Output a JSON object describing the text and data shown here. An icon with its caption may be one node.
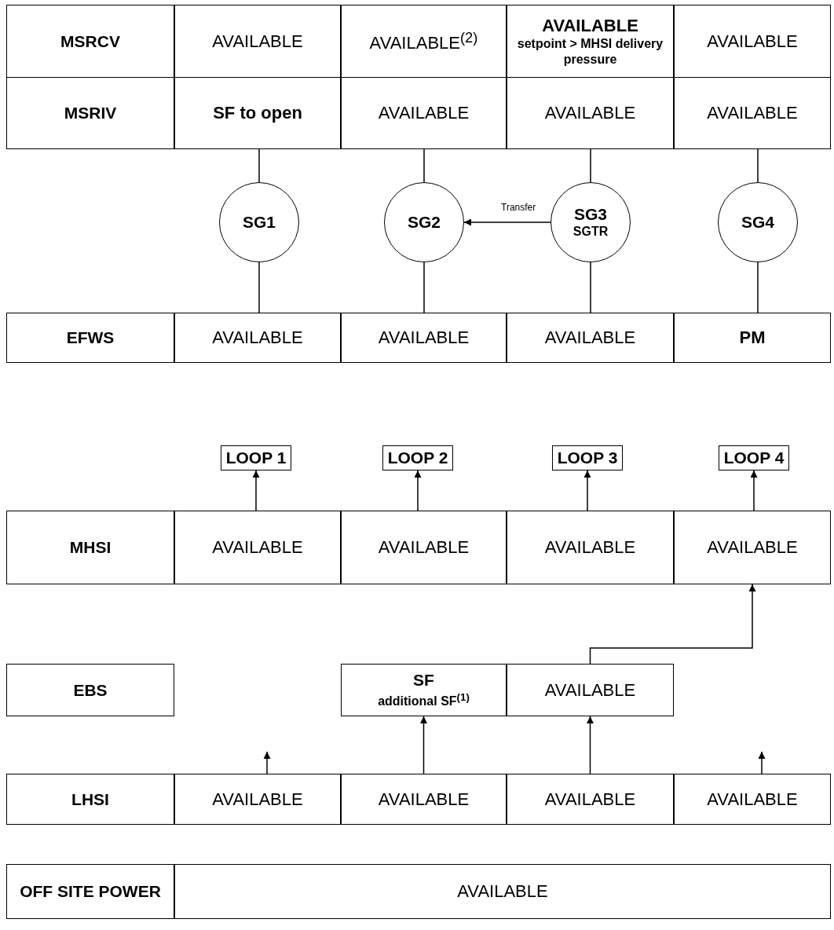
{
  "diagram": {
    "nodes": [
      {
        "text": [
          "MSRCV"
        ]
      },
      {
        "text": [
          "AVAILABLE"
        ]
      },
      {
        "text": [
          "AVAILABLE$^{(2)}$"
        ]
      },
      {
        "text": [
          "AVAILABLE",
          "setpoint > MHSI delivery pressure"
        ]
      },
      {
        "text": [
          "AVAILABLE"
        ]
      },
      {
        "text": [
          "MSRIV"
        ]
      },
      {
        "text": [
          "SF to open"
        ]
      },
      {
        "text": [
          "AVAILABLE"
        ]
      },
      {
        "text": [
          "AVAILABLE"
        ]
      },
      {
        "text": [
          "AVAILABLE"
        ]
      },
      {
        "text": [
          "SG1"
        ]
      },
      {
        "text": [
          "SG2"
        ]
      },
      {
        "text": [
          "SG3",
          "SGTR"
        ]
      },
      {
        "text": [
          "SG4"
        ]
      },
      {
        "text": [
          "EFWS"
        ]
      },
      {
        "text": [
          "AVAILABLE"
        ]
      },
      {
        "text": [
          "AVAILABLE"
        ]
      },
      {
        "text": [
          "AVAILABLE"
        ]
      },
      {
        "text": [
          "PM"
        ]
      },
      {
        "text": [
          "LOOP 1"
        ]
      },
      {
        "text": [
          "LOOP 2"
        ]
      },
      {
        "text": [
          "LOOP 3"
        ]
      },
      {
        "text": [
          "LOOP 4"
        ]
      },
      {
        "text": [
          "MHSI"
        ]
      },
      {
        "text": [
          "AVAILABLE"
        ]
      },
      {
        "text": [
          "AVAILABLE"
        ]
      },
      {
        "text": [
          "AVAILABLE"
        ]
      },
      {
        "text": [
          "AVAILABLE"
        ]
      },
      {
        "text": [
          "EBS"
        ]
      },
      {
        "text": [
          "SF",
          "additional SF$^{(1)}$"
        ]
      },
      {
        "text": [
          "AVAILABLE"
        ]
      },
      {
        "text": [
          "LHSI"
        ]
      },
      {
        "text": [
          "AVAILABLE"
        ]
      },
      {
        "text": [
          "AVAILABLE"
        ]
      },
      {
        "text": [
          "AVAILABLE"
        ]
      },
      {
        "text": [
          "AVAILABLE"
        ]
      },
      {
        "text": [
          "OFF SITE POWER"
        ]
      },
      {
        "text": [
          "AVAILABLE"
        ]
      }
    ],
    "edges": [
      {
        "from": 6,
        "to": 10,
        "arrow": "none"
      },
      {
        "from": 7,
        "to": 11,
        "arrow": "none"
      },
      {
        "from": 8,
        "to": 12,
        "arrow": "none"
      },
      {
        "from": 9,
        "to": 13,
        "arrow": "none"
      },
      {
        "from": 10,
        "to": 15,
        "arrow": "none"
      },
      {
        "from": 11,
        "to": 16,
        "arrow": "none"
      },
      {
        "from": 12,
        "to": 17,
        "arrow": "none"
      },
      {
        "from": 13,
        "to": 18,
        "arrow": "none"
      },
      {
        "from": 12,
        "to": 11,
        "arrow": "to",
        "label": "Transfer"
      },
      {
        "from": 24,
        "to": 19,
        "arrow": "to"
      },
      {
        "from": 25,
        "to": 20,
        "arrow": "to"
      },
      {
        "from": 26,
        "to": 21,
        "arrow": "to"
      },
      {
        "from": 27,
        "to": 22,
        "arrow": "to"
      },
      {
        "from": 30,
        "to": 27,
        "arrow": "to"
      },
      {
        "from": 32,
        "to": null,
        "arrow": "to"
      },
      {
        "from": 33,
        "to": 29,
        "arrow": "to"
      },
      {
        "from": 34,
        "to": 30,
        "arrow": "to"
      },
      {
        "from": 35,
        "to": null,
        "arrow": "to"
      }
    ]
  }
}
